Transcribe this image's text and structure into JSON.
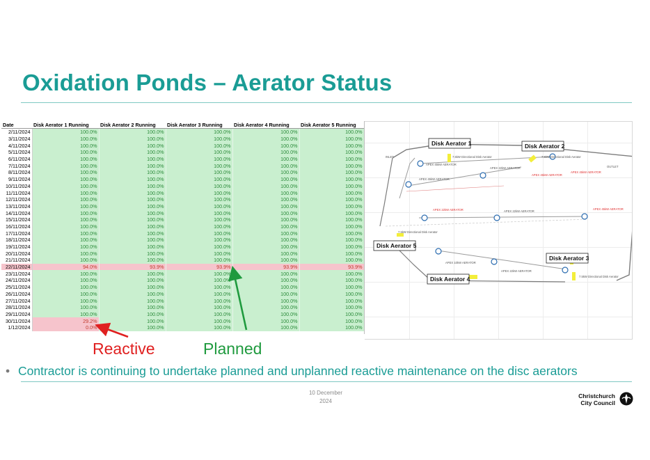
{
  "slide": {
    "title": "Oxidation Ponds – Aerator Status",
    "bullet": "Contractor is continuing to undertake planned and unplanned reactive maintenance on the disc aerators",
    "annotations": {
      "reactive": "Reactive",
      "planned": "Planned"
    },
    "footer": {
      "date_line1": "10 December",
      "date_line2": "2024",
      "logo_line1": "Christchurch",
      "logo_line2": "City Council"
    }
  },
  "table": {
    "headers": [
      "Date",
      "Disk Aerator 1 Running",
      "Disk Aerator 2 Running",
      "Disk Aerator 3 Running",
      "Disk Aerator 4 Running",
      "Disk Aerator 5 Running"
    ],
    "rows": [
      {
        "date": "2/11/2024",
        "v": [
          "100.0%",
          "100.0%",
          "100.0%",
          "100.0%",
          "100.0%"
        ]
      },
      {
        "date": "3/11/2024",
        "v": [
          "100.0%",
          "100.0%",
          "100.0%",
          "100.0%",
          "100.0%"
        ]
      },
      {
        "date": "4/11/2024",
        "v": [
          "100.0%",
          "100.0%",
          "100.0%",
          "100.0%",
          "100.0%"
        ]
      },
      {
        "date": "5/11/2024",
        "v": [
          "100.0%",
          "100.0%",
          "100.0%",
          "100.0%",
          "100.0%"
        ]
      },
      {
        "date": "6/11/2024",
        "v": [
          "100.0%",
          "100.0%",
          "100.0%",
          "100.0%",
          "100.0%"
        ]
      },
      {
        "date": "7/11/2024",
        "v": [
          "100.0%",
          "100.0%",
          "100.0%",
          "100.0%",
          "100.0%"
        ]
      },
      {
        "date": "8/11/2024",
        "v": [
          "100.0%",
          "100.0%",
          "100.0%",
          "100.0%",
          "100.0%"
        ]
      },
      {
        "date": "9/11/2024",
        "v": [
          "100.0%",
          "100.0%",
          "100.0%",
          "100.0%",
          "100.0%"
        ]
      },
      {
        "date": "10/11/2024",
        "v": [
          "100.0%",
          "100.0%",
          "100.0%",
          "100.0%",
          "100.0%"
        ]
      },
      {
        "date": "11/11/2024",
        "v": [
          "100.0%",
          "100.0%",
          "100.0%",
          "100.0%",
          "100.0%"
        ]
      },
      {
        "date": "12/11/2024",
        "v": [
          "100.0%",
          "100.0%",
          "100.0%",
          "100.0%",
          "100.0%"
        ]
      },
      {
        "date": "13/11/2024",
        "v": [
          "100.0%",
          "100.0%",
          "100.0%",
          "100.0%",
          "100.0%"
        ]
      },
      {
        "date": "14/11/2024",
        "v": [
          "100.0%",
          "100.0%",
          "100.0%",
          "100.0%",
          "100.0%"
        ]
      },
      {
        "date": "15/11/2024",
        "v": [
          "100.0%",
          "100.0%",
          "100.0%",
          "100.0%",
          "100.0%"
        ]
      },
      {
        "date": "16/11/2024",
        "v": [
          "100.0%",
          "100.0%",
          "100.0%",
          "100.0%",
          "100.0%"
        ]
      },
      {
        "date": "17/11/2024",
        "v": [
          "100.0%",
          "100.0%",
          "100.0%",
          "100.0%",
          "100.0%"
        ]
      },
      {
        "date": "18/11/2024",
        "v": [
          "100.0%",
          "100.0%",
          "100.0%",
          "100.0%",
          "100.0%"
        ]
      },
      {
        "date": "19/11/2024",
        "v": [
          "100.0%",
          "100.0%",
          "100.0%",
          "100.0%",
          "100.0%"
        ]
      },
      {
        "date": "20/11/2024",
        "v": [
          "100.0%",
          "100.0%",
          "100.0%",
          "100.0%",
          "100.0%"
        ]
      },
      {
        "date": "21/11/2024",
        "v": [
          "100.0%",
          "100.0%",
          "100.0%",
          "100.0%",
          "100.0%"
        ]
      },
      {
        "date": "22/11/2024",
        "v": [
          "94.0%",
          "93.9%",
          "93.9%",
          "93.9%",
          "93.9%"
        ],
        "alert": true
      },
      {
        "date": "23/11/2024",
        "v": [
          "100.0%",
          "100.0%",
          "100.0%",
          "100.0%",
          "100.0%"
        ]
      },
      {
        "date": "24/11/2024",
        "v": [
          "100.0%",
          "100.0%",
          "100.0%",
          "100.0%",
          "100.0%"
        ]
      },
      {
        "date": "25/11/2024",
        "v": [
          "100.0%",
          "100.0%",
          "100.0%",
          "100.0%",
          "100.0%"
        ]
      },
      {
        "date": "26/11/2024",
        "v": [
          "100.0%",
          "100.0%",
          "100.0%",
          "100.0%",
          "100.0%"
        ]
      },
      {
        "date": "27/11/2024",
        "v": [
          "100.0%",
          "100.0%",
          "100.0%",
          "100.0%",
          "100.0%"
        ]
      },
      {
        "date": "28/11/2024",
        "v": [
          "100.0%",
          "100.0%",
          "100.0%",
          "100.0%",
          "100.0%"
        ]
      },
      {
        "date": "29/11/2024",
        "v": [
          "100.0%",
          "100.0%",
          "100.0%",
          "100.0%",
          "100.0%"
        ]
      },
      {
        "date": "30/11/2024",
        "v": [
          "29.2%",
          "100.0%",
          "100.0%",
          "100.0%",
          "100.0%"
        ],
        "bad": [
          0
        ]
      },
      {
        "date": "1/12/2024",
        "v": [
          "0.0%",
          "100.0%",
          "100.0%",
          "100.0%",
          "100.0%"
        ],
        "bad": [
          0
        ]
      }
    ]
  },
  "diagram": {
    "aerator_labels": [
      "Disk Aerator 1",
      "Disk Aerator 2",
      "Disk Aerator 3",
      "Disk Aerator 4",
      "Disk Aerator 5"
    ],
    "notes": {
      "inlet": "INLET",
      "outlet": "OUTLET",
      "directional": "7.5kW Directional Disk Aerator",
      "apex45": "APEX 45kW AERATOR",
      "apex22": "APEX 22kW AERATOR",
      "apex10": "APEX 10kW AERATOR"
    },
    "colors": {
      "highlight": "#f3ee3a",
      "note_red": "#e03030",
      "line": "#7c7c7c",
      "marker": "#2b6cb0"
    }
  },
  "colors": {
    "teal": "#1a9c95",
    "green_cell": "#c9efcf",
    "pink_cell": "#f6c4cc",
    "red": "#e02020",
    "green": "#1f9a3e"
  }
}
